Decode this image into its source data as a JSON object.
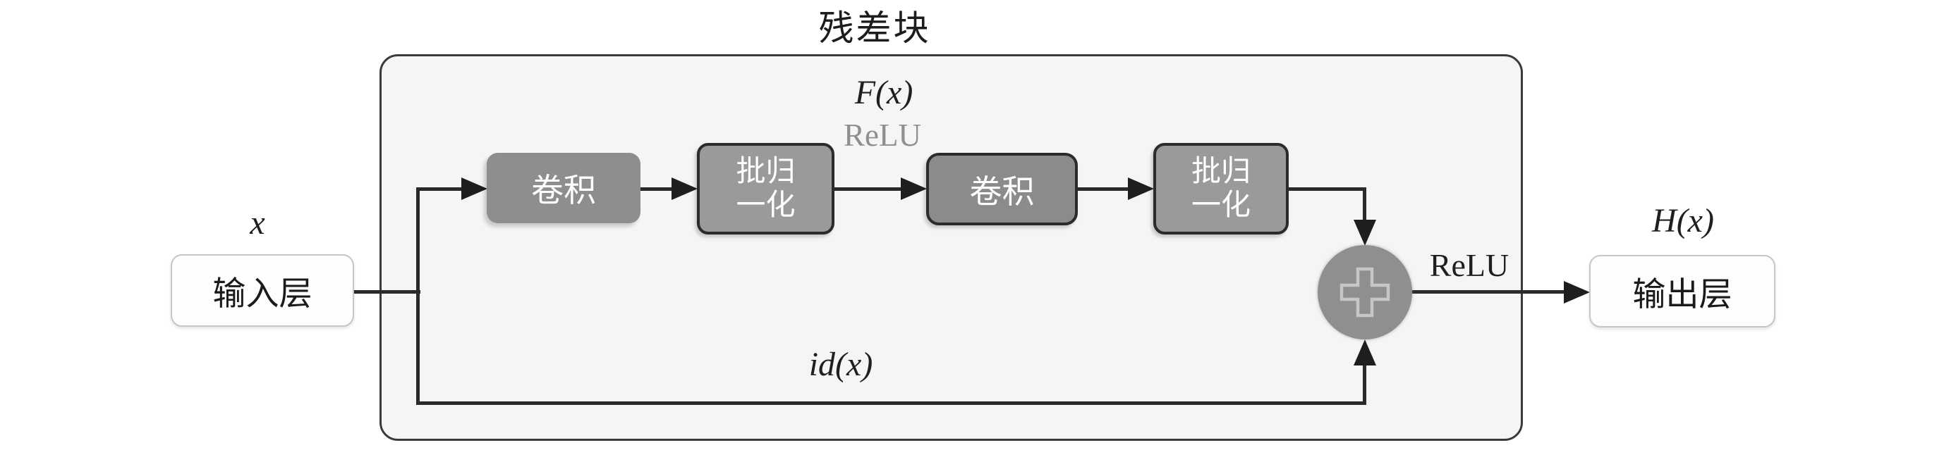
{
  "diagram": {
    "title": "残差块",
    "nodes": {
      "input_label": "输入层",
      "conv1_label": "卷积",
      "bn1_label": "批归一化",
      "conv2_label": "卷积",
      "bn2_label": "批归一化",
      "output_label": "输出层",
      "add_symbol": "+"
    },
    "annotations": {
      "input_var": "x",
      "residual_fn": "F(x)",
      "inner_relu": "ReLU",
      "identity_fn": "id(x)",
      "output_relu": "ReLU",
      "output_fn": "H(x)"
    },
    "colors": {
      "container_fill": "#f5f5f6",
      "container_border": "#3a3a3a",
      "conv_fill": "#8d8d8d",
      "bn_fill": "#9a9a9a",
      "box_border": "#2b2b2b",
      "io_box_border": "#c6c6c6",
      "line": "#2a2a2a",
      "add_circle_fill": "#8f8f8f",
      "add_symbol_stroke": "#c6c6c6",
      "inner_relu_text": "#8f8f8f",
      "dark_text": "#1f1f1f",
      "node_text": "#ffffff"
    }
  }
}
